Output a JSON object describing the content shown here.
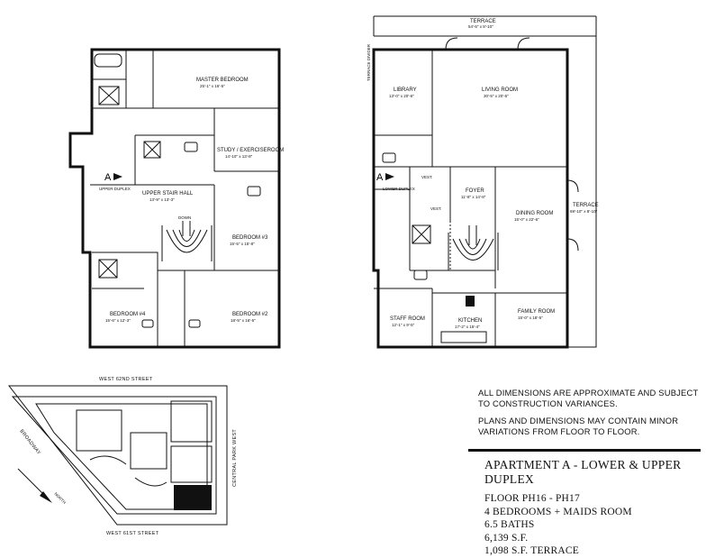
{
  "upper_plan": {
    "rooms": [
      {
        "name": "MASTER BEDROOM",
        "dims": "25'-1\" x 16'-5\""
      },
      {
        "name": "STUDY / EXERCISEROOM",
        "dims": "14'-10\" x 13'-8\""
      },
      {
        "name": "UPPER STAIR HALL",
        "dims": "13'-9\" x 13'-3\""
      },
      {
        "name": "BEDROOM #3",
        "dims": "15'-5\" x 15'-8\""
      },
      {
        "name": "BEDROOM #4",
        "dims": "15'-6\" x 12'-3\""
      },
      {
        "name": "BEDROOM #2",
        "dims": "18'-5\" x 16'-5\""
      }
    ],
    "marker": "A",
    "marker_label": "UPPER DUPLEX",
    "stair_label": "DOWN"
  },
  "lower_plan": {
    "rooms": [
      {
        "name": "TERRACE",
        "dims": "54'-5\" x 8'-10\""
      },
      {
        "name": "LIBRARY",
        "dims": "13'-0\" x 20'-6\""
      },
      {
        "name": "LIVING ROOM",
        "dims": "30'-5\" x 20'-6\""
      },
      {
        "name": "FOYER",
        "dims": "11'-8\" x 14'-8\""
      },
      {
        "name": "DINING ROOM",
        "dims": "15'-0\" x 22'-6\""
      },
      {
        "name": "TERRACE",
        "dims": "69'-10\" x 8'-10\""
      },
      {
        "name": "STAFF ROOM",
        "dims": "12'-1\" x 9'-5\""
      },
      {
        "name": "KITCHEN",
        "dims": "17'-2\" x 15'-4\""
      },
      {
        "name": "FAMILY ROOM",
        "dims": "15'-0\" x 18'-5\""
      }
    ],
    "vest_labels": [
      "VEST.",
      "VEST."
    ],
    "marker": "A",
    "marker_label": "LOWER DUPLEX",
    "terrace_divider": "TERRACE DIVIDER"
  },
  "site_plan": {
    "streets": [
      "WEST 62ND STREET",
      "WEST 61ST STREET",
      "CENTRAL PARK WEST",
      "BROADWAY"
    ],
    "north_label": "NORTH"
  },
  "notes": [
    "ALL DIMENSIONS ARE APPROXIMATE AND SUBJECT TO CONSTRUCTION VARIANCES.",
    "PLANS AND DIMENSIONS MAY CONTAIN MINOR VARIATIONS FROM FLOOR TO FLOOR."
  ],
  "info": {
    "title": "APARTMENT A - LOWER & UPPER DUPLEX",
    "details": [
      "FLOOR PH16 - PH17",
      "4 BEDROOMS + MAIDS ROOM",
      "6.5 BATHS",
      "6,139 S.F.",
      "1,098 S.F. TERRACE"
    ]
  }
}
